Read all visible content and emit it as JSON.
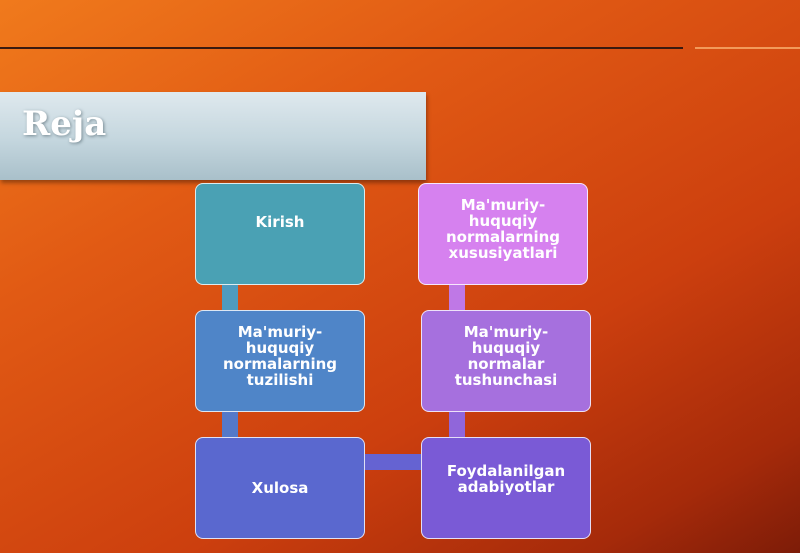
{
  "title": "Reja",
  "nodes": {
    "kirish": "Kirish",
    "tuzilishi": "Ma'muriy-\nhuquqiy\nnormalarning\ntuzilishi",
    "xulosa": "Xulosa",
    "adabiyotlar": "Foydalanilgan\nadabiyotlar",
    "tushunchasi": "Ma'muriy-\nhuquqiy\nnormalar\ntushunchasi",
    "xususiyatlari": "Ma'muriy-\nhuquqiy\nnormalarning\nxususiyatlari"
  },
  "colors": {
    "kirish": "#4aa1b4",
    "tuzilishi": "#4f85c8",
    "xulosa": "#5a68cf",
    "adabiyotlar": "#7a5ad6",
    "tushunchasi": "#a670de",
    "xususiyatlari": "#d681ef"
  }
}
